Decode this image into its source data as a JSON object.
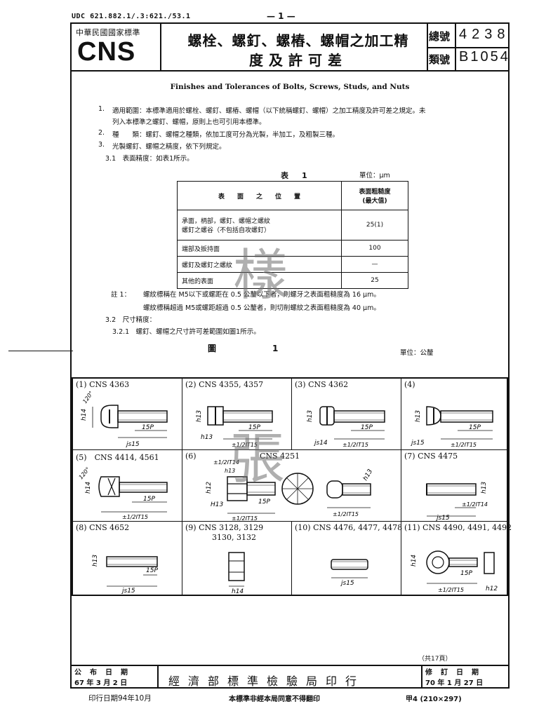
{
  "meta": {
    "udc": "UDC 621.882.1/.3:621./53.1",
    "page_number": "— 1 —"
  },
  "header": {
    "org": "中華民國國家標準",
    "logo": "CNS",
    "title_line1": "螺栓、螺釘、螺樁、螺帽之加工精",
    "title_line2": "度及許可差",
    "total_no_label": "總號",
    "total_no": "4238",
    "class_no_label": "類號",
    "class_no": "B1054"
  },
  "body": {
    "english_title": "Finishes and Tolerances of Bolts, Screws, Studs, and Nuts",
    "s1_num": "1.",
    "s1_text": "適用範圍：本標準適用於螺栓、螺釘、螺樁、螺帽（以下統稱螺釘、螺帽）之加工精度及許可差之規定。未",
    "s1_text2": "列入本標準之螺釘、螺帽，原則上也可引用本標準。",
    "s2_num": "2.",
    "s2_text": "種　　類：螺釘、螺帽之種類，依加工度可分為光製，半加工，及粗製三種。",
    "s3_num": "3.",
    "s3_text": "光製螺釘、螺帽之精度，依下列規定。",
    "s31": "3.1　表面精度：如表1所示。",
    "table_caption": "表　1",
    "table_unit": "單位：μm",
    "table": {
      "head_left": "表　　面　　之　　位　　置",
      "head_right": "表面粗糙度\n(最大值)",
      "rows": [
        {
          "pos": "承面，柄部，螺釘、螺帽之螺紋\n螺釘之螺谷（不包括自攻螺釘）",
          "val": "25(1)"
        },
        {
          "pos": "端部及扳持面",
          "val": "100"
        },
        {
          "pos": "螺釘及螺釘之螺紋",
          "val": "—"
        },
        {
          "pos": "其他的表面",
          "val": "25"
        }
      ]
    },
    "note1_label": "註 1：",
    "note1_a": "螺紋標稱在 M5以下或螺距在 0.5 公釐以下者，則螺牙之表面粗糙度為 16 μm。",
    "note1_b": "螺紋標稱超過 M5或螺距超過 0.5 公釐者，則切削螺紋之表面粗糙度為 40 μm。",
    "s32": "3.2　尺寸精度：",
    "s321": "3.2.1　螺釘、螺帽之尺寸許可差範圍如圖1所示。",
    "fig_caption": "圖　1",
    "fig_unit": "單位：公釐"
  },
  "figures": [
    {
      "label": "(1) CNS 4363",
      "texts": [
        "h14",
        "15P",
        "js15",
        "120°"
      ]
    },
    {
      "label": "(2) CNS 4355, 4357",
      "texts": [
        "h13",
        "15P",
        "h13",
        "±1/2IT15"
      ]
    },
    {
      "label": "(3) CNS 4362",
      "texts": [
        "h13",
        "15P",
        "js14",
        "±1/2IT15"
      ]
    },
    {
      "label": "(4)",
      "texts": [
        "h13",
        "15P",
        "js15",
        "±1/2IT15"
      ]
    },
    {
      "label": "(5)　CNS 4414, 4561",
      "texts": [
        "h14",
        "15P",
        "±1/2IT15",
        "120°"
      ]
    },
    {
      "label": "(6)",
      "label2": "CNS 4251",
      "texts": [
        "±1/2IT14",
        "h12",
        "H13",
        "h13",
        "15P",
        "±1/2IT15",
        "h13",
        "±1/2IT15"
      ]
    },
    {
      "label": "(7) CNS 4475",
      "texts": [
        "h13",
        "js15",
        "±1/2IT14"
      ]
    },
    {
      "label": "(8) CNS 4652",
      "texts": [
        "h13",
        "15P",
        "js15"
      ]
    },
    {
      "label": "(9) CNS 3128, 3129",
      "label2": "3130, 3132",
      "texts": [
        "h14"
      ]
    },
    {
      "label": "(10) CNS 4476, 4477, 4478",
      "texts": [
        "js15"
      ]
    },
    {
      "label": "(11) CNS 4490, 4491, 4492",
      "texts": [
        "h14",
        "15P",
        "±1/2IT15",
        "h12"
      ]
    }
  ],
  "watermarks": {
    "wm1": "樣",
    "wm2": "張"
  },
  "footer": {
    "pages": "（共17頁）",
    "pub_label": "公布日期",
    "pub_date": "67 年 3 月 2 日",
    "publisher": "經濟部標準檢驗局印行",
    "rev_label": "修訂日期",
    "rev_date": "70 年 1 月 27 日",
    "print_date": "印行日期94年10月",
    "copyright": "本標準非經本局同意不得翻印",
    "paper": "甲4 (210×297)"
  }
}
